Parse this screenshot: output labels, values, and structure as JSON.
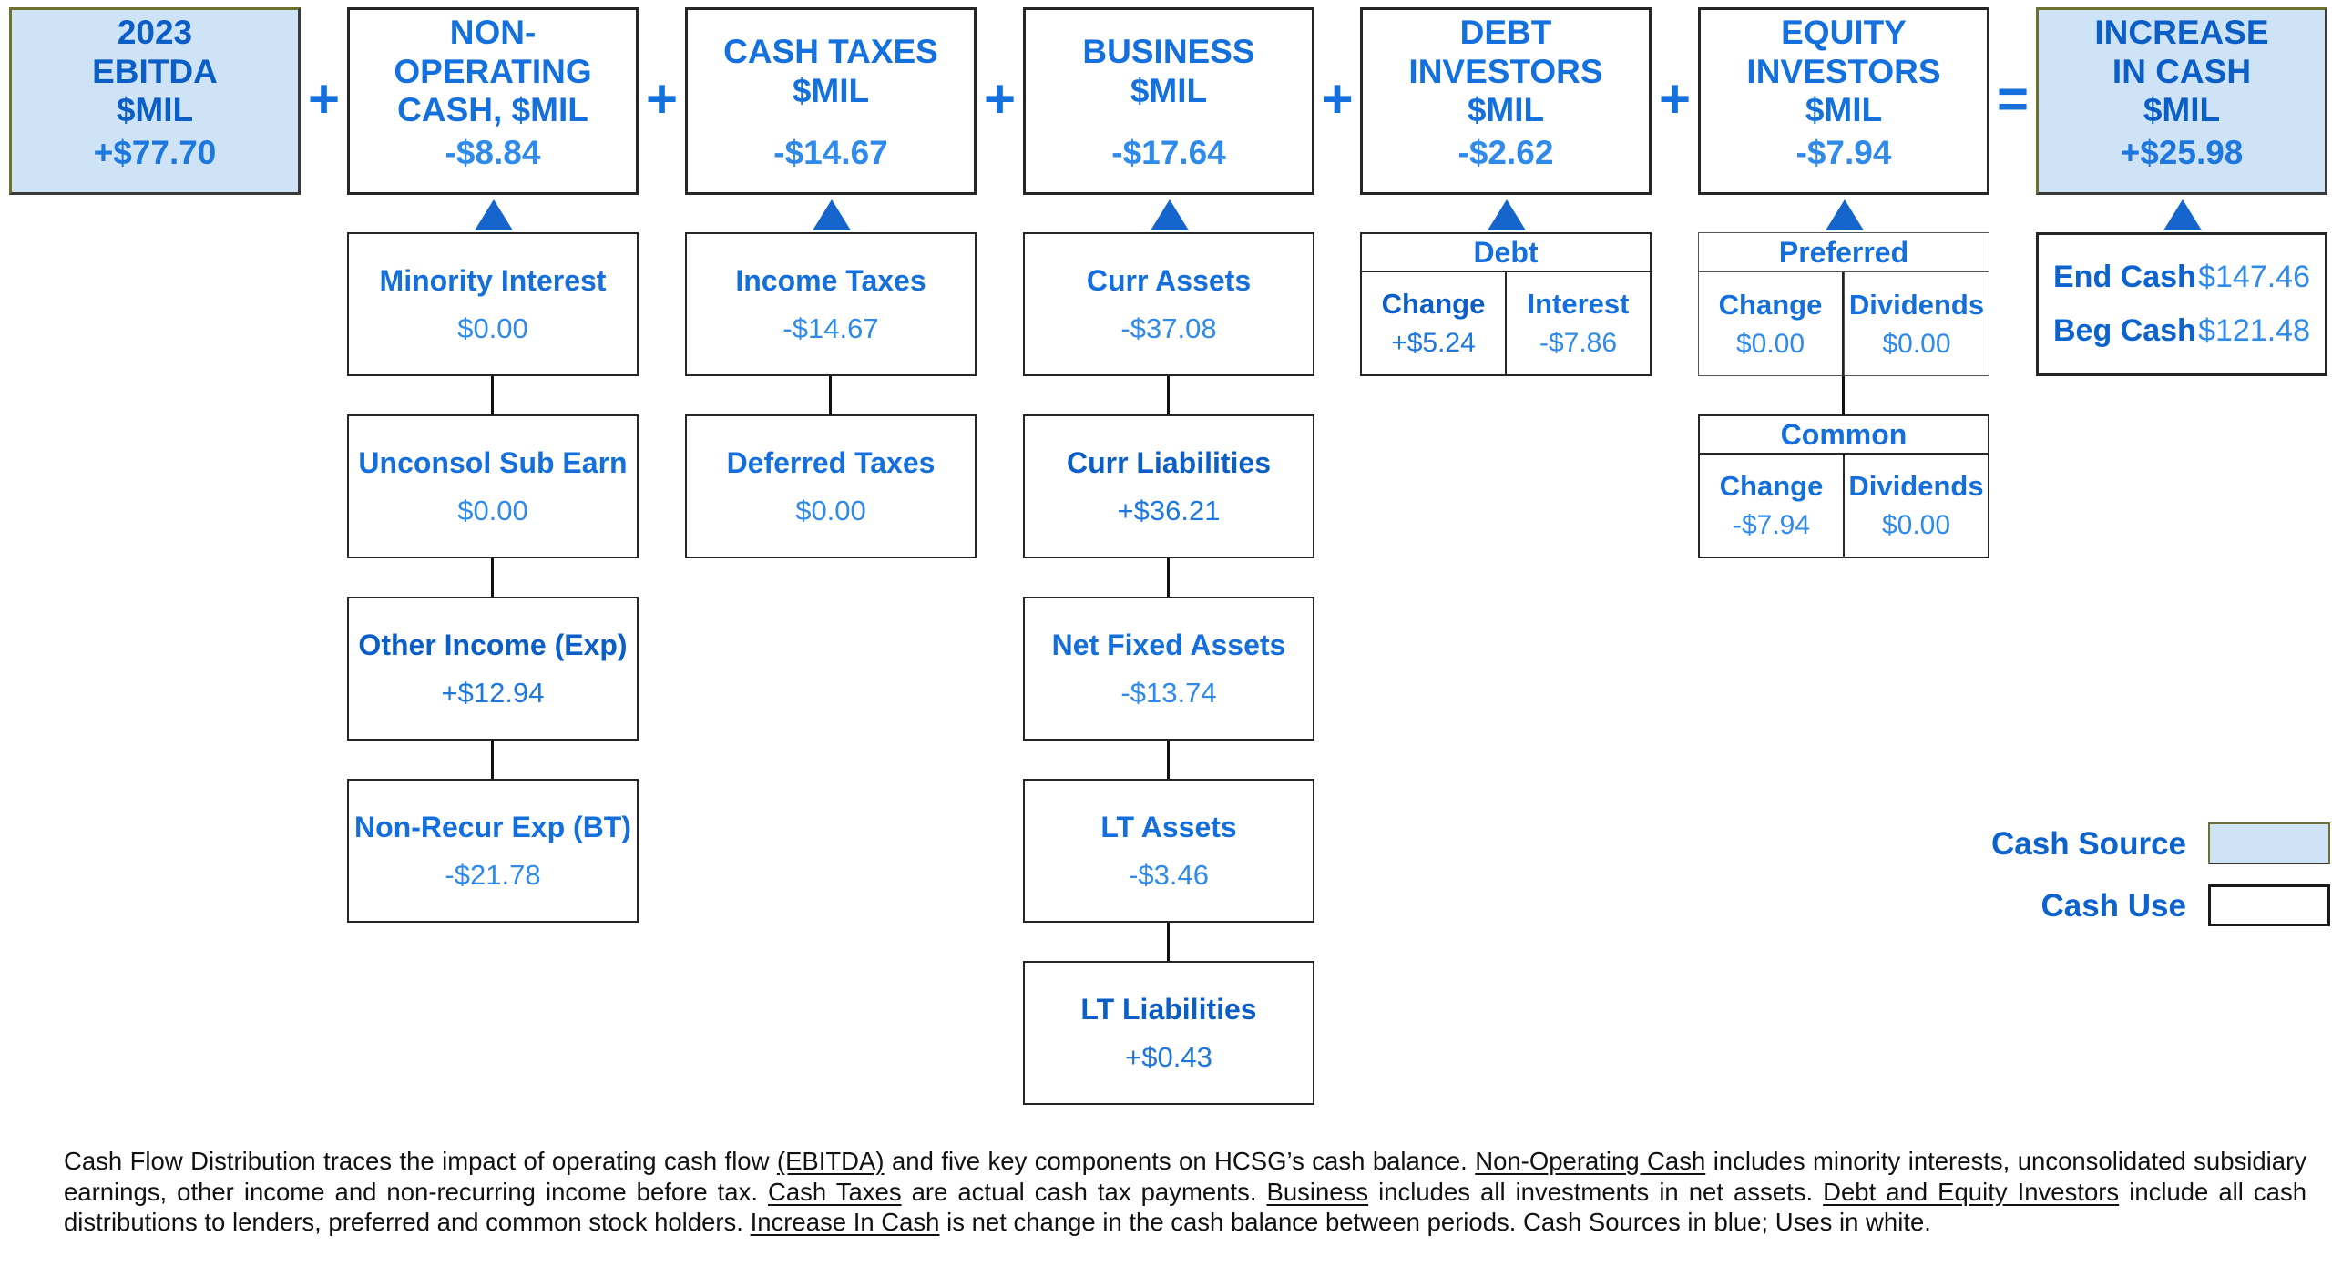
{
  "colors": {
    "cash_source_fill": "#cfe3f7",
    "label_blue": "#146fdd",
    "value_blue": "#2f8ae9",
    "operator_blue": "#1470dd",
    "border_dark": "#262626",
    "source_border_olive": "#6e7030"
  },
  "operators": [
    "+",
    "+",
    "+",
    "+",
    "+",
    "="
  ],
  "top_row": [
    {
      "title": "2023\nEBITDA\n$MIL",
      "value": "+$77.70",
      "fill": "source"
    },
    {
      "title": "NON-\nOPERATING\nCASH, $MIL",
      "value": "-$8.84",
      "fill": "use"
    },
    {
      "title": "CASH TAXES\n$MIL",
      "value": "-$14.67",
      "fill": "use"
    },
    {
      "title": "BUSINESS\n$MIL",
      "value": "-$17.64",
      "fill": "use"
    },
    {
      "title": "DEBT\nINVESTORS\n$MIL",
      "value": "-$2.62",
      "fill": "use"
    },
    {
      "title": "EQUITY\nINVESTORS\n$MIL",
      "value": "-$7.94",
      "fill": "use"
    },
    {
      "title": "INCREASE\nIN CASH\n$MIL",
      "value": "+$25.98",
      "fill": "source"
    }
  ],
  "nonop_column": [
    {
      "label": "Minority Interest",
      "value": "$0.00",
      "fill": "use"
    },
    {
      "label": "Unconsol Sub Earn",
      "value": "$0.00",
      "fill": "use"
    },
    {
      "label": "Other Income (Exp)",
      "value": "+$12.94",
      "fill": "source"
    },
    {
      "label": "Non-Recur Exp (BT)",
      "value": "-$21.78",
      "fill": "use"
    }
  ],
  "taxes_column": [
    {
      "label": "Income Taxes",
      "value": "-$14.67",
      "fill": "use"
    },
    {
      "label": "Deferred Taxes",
      "value": "$0.00",
      "fill": "use"
    }
  ],
  "business_column": [
    {
      "label": "Curr Assets",
      "value": "-$37.08",
      "fill": "use"
    },
    {
      "label": "Curr Liabilities",
      "value": "+$36.21",
      "fill": "source"
    },
    {
      "label": "Net Fixed Assets",
      "value": "-$13.74",
      "fill": "use"
    },
    {
      "label": "LT Assets",
      "value": "-$3.46",
      "fill": "use"
    },
    {
      "label": "LT Liabilities",
      "value": "+$0.43",
      "fill": "source"
    }
  ],
  "debt_table": {
    "header": "Debt",
    "cells": [
      {
        "label": "Change",
        "value": "+$5.24",
        "fill": "source"
      },
      {
        "label": "Interest",
        "value": "-$7.86",
        "fill": "use"
      }
    ]
  },
  "preferred_table": {
    "header": "Preferred",
    "cells": [
      {
        "label": "Change",
        "value": "$0.00",
        "fill": "use"
      },
      {
        "label": "Dividends",
        "value": "$0.00",
        "fill": "use"
      }
    ]
  },
  "common_table": {
    "header": "Common",
    "cells": [
      {
        "label": "Change",
        "value": "-$7.94",
        "fill": "use"
      },
      {
        "label": "Dividends",
        "value": "$0.00",
        "fill": "use"
      }
    ]
  },
  "cash_summary": {
    "rows": [
      {
        "label": "End Cash",
        "value": "$147.46"
      },
      {
        "label": "Beg Cash",
        "value": "$121.48"
      }
    ]
  },
  "legend": {
    "source_label": "Cash Source",
    "use_label": "Cash Use"
  },
  "footnote": {
    "segments": [
      {
        "text": "Cash Flow Distribution traces the impact of operating cash flow ",
        "underline": false
      },
      {
        "text": "(EBITDA)",
        "underline": true
      },
      {
        "text": " and five key components on HCSG’s cash balance. ",
        "underline": false
      },
      {
        "text": "Non-Operating Cash",
        "underline": true
      },
      {
        "text": " includes minority interests, unconsolidated subsidiary earnings, other income and non-recurring income before tax. ",
        "underline": false
      },
      {
        "text": "Cash Taxes",
        "underline": true
      },
      {
        "text": " are actual cash tax payments. ",
        "underline": false
      },
      {
        "text": "Business",
        "underline": true
      },
      {
        "text": " includes all investments in net assets. ",
        "underline": false
      },
      {
        "text": "Debt and Equity Investors",
        "underline": true
      },
      {
        "text": " include all cash distributions to lenders, preferred and common stock holders. ",
        "underline": false
      },
      {
        "text": "Increase In Cash",
        "underline": true
      },
      {
        "text": " is net change in the cash balance between periods. Cash Sources in blue; Uses in white.",
        "underline": false
      }
    ]
  }
}
